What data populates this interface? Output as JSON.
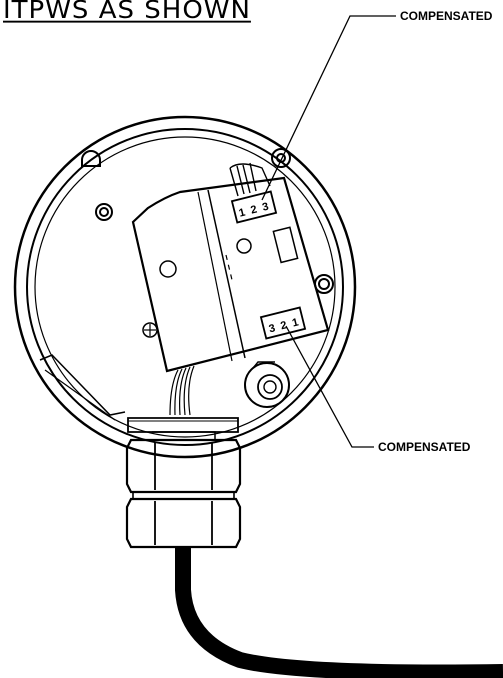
{
  "title": "ITPWS AS SHOWN",
  "callouts": {
    "top": "COMPENSATED",
    "bottom": "COMPENSATED"
  },
  "connectors": {
    "upper_pins": [
      "1",
      "2",
      "3"
    ],
    "lower_pins": [
      "3",
      "2",
      "1"
    ]
  }
}
